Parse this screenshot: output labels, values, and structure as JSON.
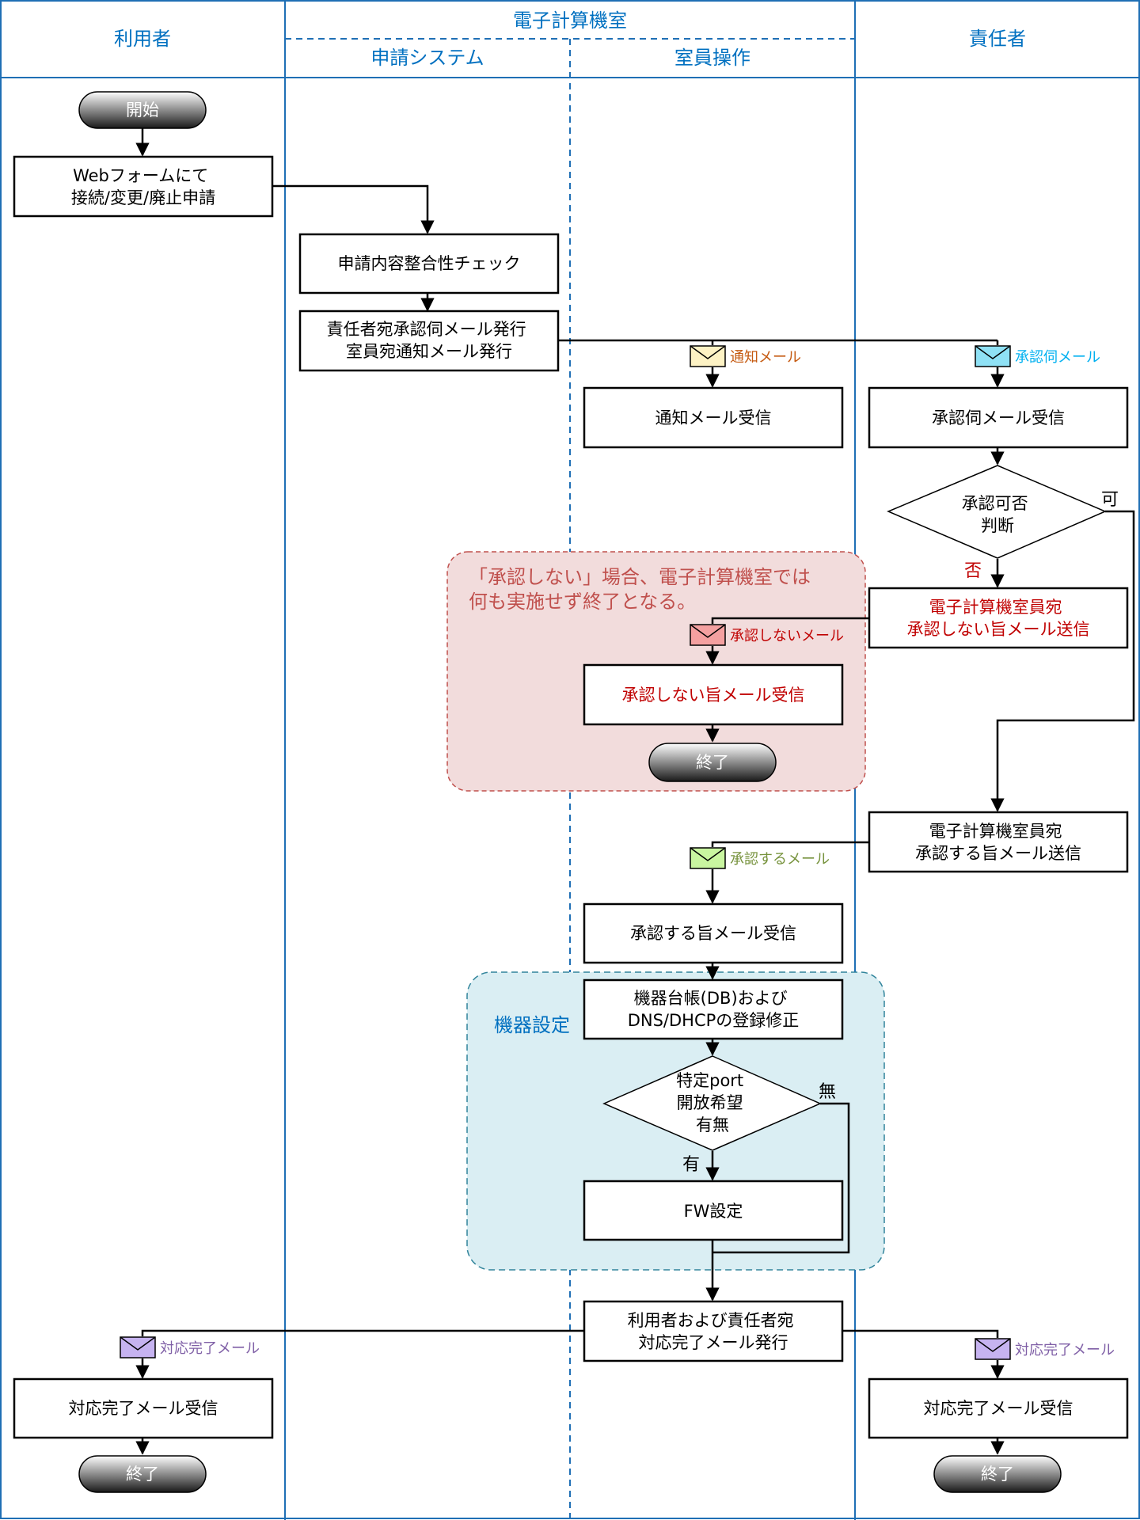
{
  "lanes": {
    "user": "利用者",
    "center": "電子計算機室",
    "system": "申請システム",
    "staff": "室員操作",
    "manager": "責任者"
  },
  "terminals": {
    "start": "開始",
    "end_reject": "終了",
    "end_user": "終了",
    "end_manager": "終了"
  },
  "steps": {
    "web_form": [
      "Webフォームにて",
      "接続/変更/廃止申請"
    ],
    "check": [
      "申請内容整合性チェック"
    ],
    "issue_mail": [
      "責任者宛承認伺メール発行",
      "室員宛通知メール発行"
    ],
    "notify_receive": [
      "通知メール受信"
    ],
    "approval_receive": [
      "承認伺メール受信"
    ],
    "reject_send": [
      "電子計算機室員宛",
      "承認しない旨メール送信"
    ],
    "reject_receive": [
      "承認しない旨メール受信"
    ],
    "approve_send": [
      "電子計算機室員宛",
      "承認する旨メール送信"
    ],
    "approve_receive": [
      "承認する旨メール受信"
    ],
    "db_update": [
      "機器台帳(DB)および",
      "DNS/DHCPの登録修正"
    ],
    "fw_setting": [
      "FW設定"
    ],
    "complete_issue": [
      "利用者および責任者宛",
      "対応完了メール発行"
    ],
    "user_complete_receive": [
      "対応完了メール受信"
    ],
    "manager_complete_receive": [
      "対応完了メール受信"
    ]
  },
  "decisions": {
    "approval": [
      "承認可否",
      "判断"
    ],
    "port": [
      "特定port",
      "開放希望",
      "有無"
    ]
  },
  "branch_labels": {
    "approve_yes": "可",
    "approve_no": "否",
    "port_yes": "有",
    "port_no": "無"
  },
  "mails": {
    "notify": "通知メール",
    "approval_request": "承認伺メール",
    "reject": "承認しないメール",
    "approve": "承認するメール",
    "complete_user": "対応完了メール",
    "complete_manager": "対応完了メール"
  },
  "mail_colors": {
    "notify": {
      "fill": "#fdf2c4",
      "text": "#c55a11"
    },
    "approval_request": {
      "fill": "#8fe1f5",
      "text": "#00b0f0"
    },
    "reject": {
      "fill": "#f4a0a0",
      "text": "#c00000"
    },
    "approve": {
      "fill": "#c9f5a0",
      "text": "#76923c"
    },
    "complete": {
      "fill": "#c6b3f0",
      "text": "#7f5fa6"
    }
  },
  "notes": {
    "reject_note": [
      "「承認しない」場合、電子計算機室では",
      "何も実施せず終了となる。"
    ]
  },
  "groups": {
    "device_setting": "機器設定"
  },
  "colors": {
    "lane_border": "#1f6fb5",
    "header_text": "#0070c0",
    "reject_group_fill": "#f2dcdc",
    "reject_group_border": "#c0504d",
    "device_group_fill": "#daeef3",
    "device_group_border": "#31849b"
  }
}
